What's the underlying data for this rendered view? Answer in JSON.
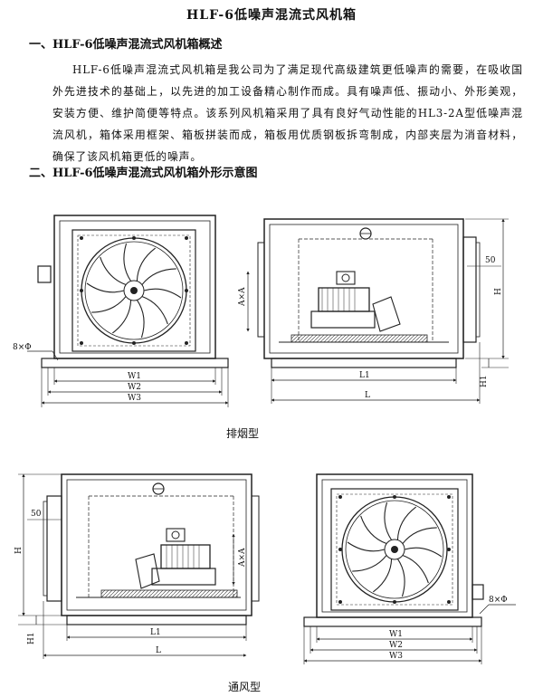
{
  "document": {
    "title": "HLF-6低噪声混流式风机箱",
    "section1": {
      "heading": "一、HLF-6低噪声混流式风机箱概述",
      "paragraph": "HLF-6低噪声混流式风机箱是我公司为了满足现代高级建筑更低噪声的需要，在吸收国外先进技术的基础上，以先进的加工设备精心制作而成。具有噪声低、振动小、外形美观，安装方便、维护简便等特点。该系列风机箱采用了具有良好气动性能的HL3-2A型低噪声混流风机，箱体采用框架、箱板拼装而成，箱板用优质钢板拆弯制成，内部夹层为消音材料，确保了该风机箱更低的噪声。"
    },
    "section2": {
      "heading": "二、HLF-6低噪声混流式风机箱外形示意图"
    }
  },
  "diagrams": {
    "exhaust": {
      "caption": "排烟型",
      "labels": {
        "bolt": "8×Φ",
        "w1": "W1",
        "w2": "W2",
        "w3": "W3",
        "axa": "A×A",
        "dim50": "50",
        "h": "H",
        "h1": "H1",
        "l1": "L1",
        "l": "L"
      }
    },
    "ventilation": {
      "caption": "通风型",
      "labels": {
        "bolt": "8×Φ",
        "w1": "W1",
        "w2": "W2",
        "w3": "W3",
        "axa": "A×A",
        "dim50": "50",
        "h": "H",
        "h1": "H1",
        "l1": "L1",
        "l": "L"
      }
    }
  }
}
